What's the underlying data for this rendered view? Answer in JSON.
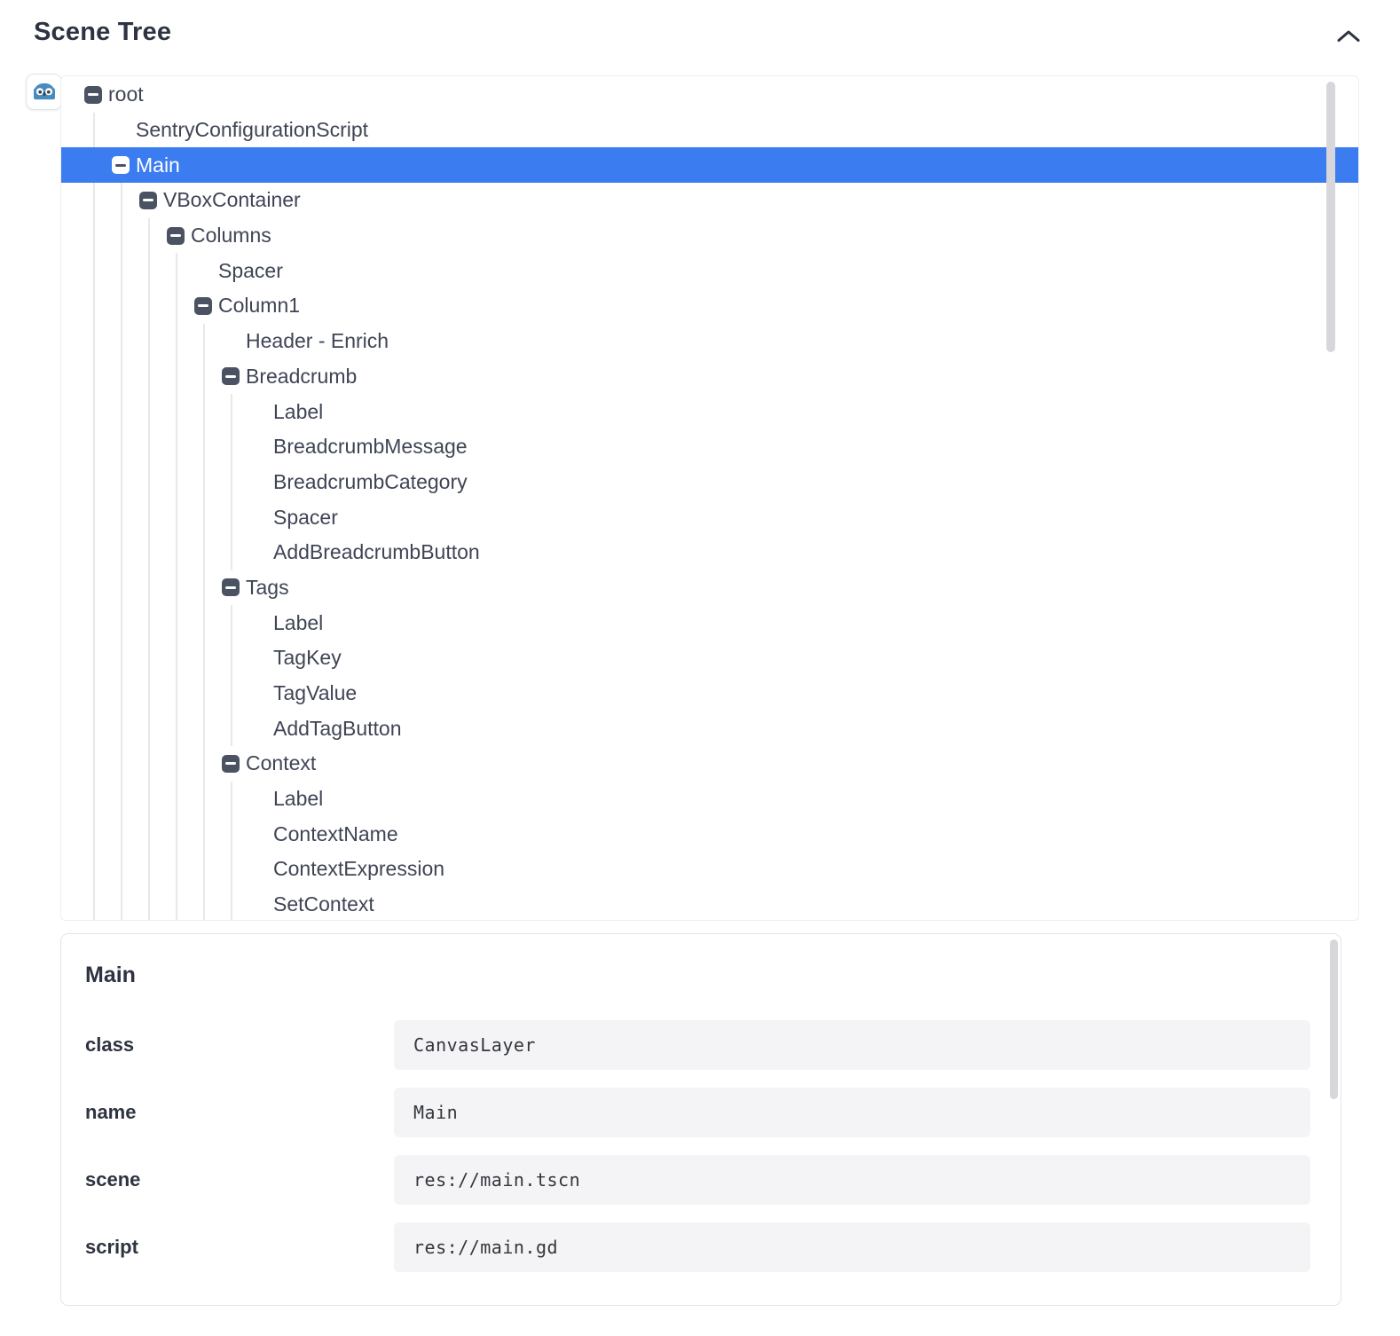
{
  "header": {
    "title": "Scene Tree"
  },
  "icons": {
    "app": "godot-logo",
    "header_toggle": "chevron-up",
    "tree_toggle": "minus-box"
  },
  "colors": {
    "selection_blue": "#3b7cf0",
    "toggle_box": "#4b5363",
    "text_dark": "#2d3340",
    "tree_text": "#3f4555",
    "value_bg": "#f4f4f6",
    "border": "#eceff2",
    "guide": "#e8e8ec",
    "scrollbar": "#d7d7db",
    "godot_blue": "#478cbf"
  },
  "tree": {
    "items": [
      {
        "label": "root",
        "level": 0,
        "expandable": true,
        "selected": false
      },
      {
        "label": "SentryConfigurationScript",
        "level": 1,
        "expandable": false,
        "selected": false
      },
      {
        "label": "Main",
        "level": 1,
        "expandable": true,
        "selected": true
      },
      {
        "label": "VBoxContainer",
        "level": 2,
        "expandable": true,
        "selected": false
      },
      {
        "label": "Columns",
        "level": 3,
        "expandable": true,
        "selected": false
      },
      {
        "label": "Spacer",
        "level": 4,
        "expandable": false,
        "selected": false
      },
      {
        "label": "Column1",
        "level": 4,
        "expandable": true,
        "selected": false
      },
      {
        "label": "Header - Enrich",
        "level": 5,
        "expandable": false,
        "selected": false
      },
      {
        "label": "Breadcrumb",
        "level": 5,
        "expandable": true,
        "selected": false
      },
      {
        "label": "Label",
        "level": 6,
        "expandable": false,
        "selected": false
      },
      {
        "label": "BreadcrumbMessage",
        "level": 6,
        "expandable": false,
        "selected": false
      },
      {
        "label": "BreadcrumbCategory",
        "level": 6,
        "expandable": false,
        "selected": false
      },
      {
        "label": "Spacer",
        "level": 6,
        "expandable": false,
        "selected": false
      },
      {
        "label": "AddBreadcrumbButton",
        "level": 6,
        "expandable": false,
        "selected": false
      },
      {
        "label": "Tags",
        "level": 5,
        "expandable": true,
        "selected": false
      },
      {
        "label": "Label",
        "level": 6,
        "expandable": false,
        "selected": false
      },
      {
        "label": "TagKey",
        "level": 6,
        "expandable": false,
        "selected": false
      },
      {
        "label": "TagValue",
        "level": 6,
        "expandable": false,
        "selected": false
      },
      {
        "label": "AddTagButton",
        "level": 6,
        "expandable": false,
        "selected": false
      },
      {
        "label": "Context",
        "level": 5,
        "expandable": true,
        "selected": false
      },
      {
        "label": "Label",
        "level": 6,
        "expandable": false,
        "selected": false
      },
      {
        "label": "ContextName",
        "level": 6,
        "expandable": false,
        "selected": false
      },
      {
        "label": "ContextExpression",
        "level": 6,
        "expandable": false,
        "selected": false
      },
      {
        "label": "SetContext",
        "level": 6,
        "expandable": false,
        "selected": false
      }
    ]
  },
  "details": {
    "title": "Main",
    "rows": [
      {
        "label": "class",
        "value": "CanvasLayer"
      },
      {
        "label": "name",
        "value": "Main"
      },
      {
        "label": "scene",
        "value": "res://main.tscn"
      },
      {
        "label": "script",
        "value": "res://main.gd"
      }
    ]
  }
}
